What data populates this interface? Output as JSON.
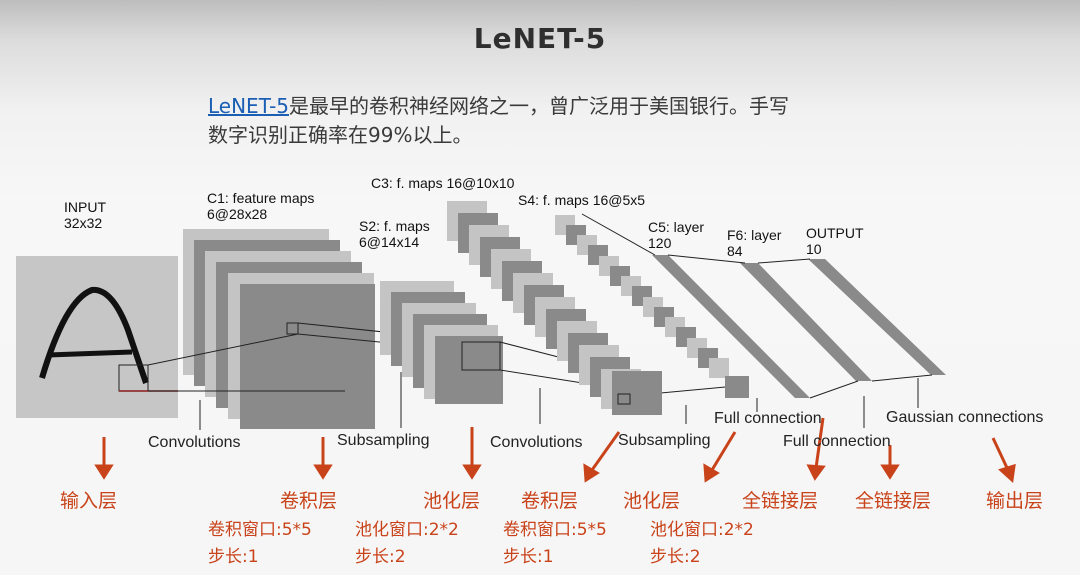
{
  "title": "LeNET-5",
  "intro": {
    "link_text": "LeNET-5",
    "line1_rest": "是最早的卷积神经网络之一，曾广泛用于美国银行。手写",
    "line2": "数字识别正确率在99%以上。"
  },
  "diagram": {
    "layers": {
      "input": {
        "name": "INPUT",
        "size": "32x32"
      },
      "c1": {
        "name": "C1: feature maps",
        "size": "6@28x28"
      },
      "s2": {
        "name": "S2: f. maps",
        "size": "6@14x14"
      },
      "c3": {
        "name": "C3: f. maps 16@10x10"
      },
      "s4": {
        "name": "S4: f. maps 16@5x5"
      },
      "c5": {
        "name": "C5: layer",
        "size": "120"
      },
      "f6": {
        "name": "F6: layer",
        "size": "84"
      },
      "output": {
        "name": "OUTPUT",
        "size": "10"
      }
    },
    "operations": {
      "conv1": "Convolutions",
      "sub1": "Subsampling",
      "conv2": "Convolutions",
      "sub2": "Subsampling",
      "full1": "Full connection",
      "full2": "Full connection",
      "gauss": "Gaussian connections"
    }
  },
  "annotations": {
    "input_layer": "输入层",
    "conv1": {
      "label": "卷积层",
      "window": "卷积窗口:5*5",
      "stride": "步长:1"
    },
    "pool1": {
      "label": "池化层",
      "window": "池化窗口:2*2",
      "stride": "步长:2"
    },
    "conv2": {
      "label": "卷积层",
      "window": "卷积窗口:5*5",
      "stride": "步长:1"
    },
    "pool2": {
      "label": "池化层",
      "window": "池化窗口:2*2",
      "stride": "步长:2"
    },
    "fc1": "全链接层",
    "fc2": "全链接层",
    "output_layer": "输出层"
  },
  "colors": {
    "annotation": "#c9431a",
    "link": "#1a5fb4",
    "map_dark": "#8a8a8a",
    "map_light": "#c4c4c4"
  }
}
